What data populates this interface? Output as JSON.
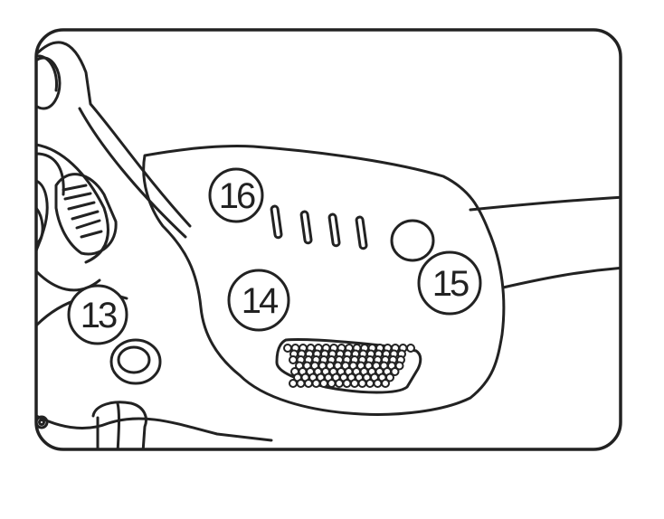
{
  "diagram": {
    "subject": "drone-rear-detail",
    "callouts": [
      {
        "id": "13",
        "label": "13",
        "target": "button"
      },
      {
        "id": "14",
        "label": "14",
        "target": "speaker-grille"
      },
      {
        "id": "15",
        "label": "15",
        "target": "power-button"
      },
      {
        "id": "16",
        "label": "16",
        "target": "status-led-bars"
      }
    ],
    "colors": {
      "line": "#222222",
      "fill": "#ffffff"
    }
  }
}
